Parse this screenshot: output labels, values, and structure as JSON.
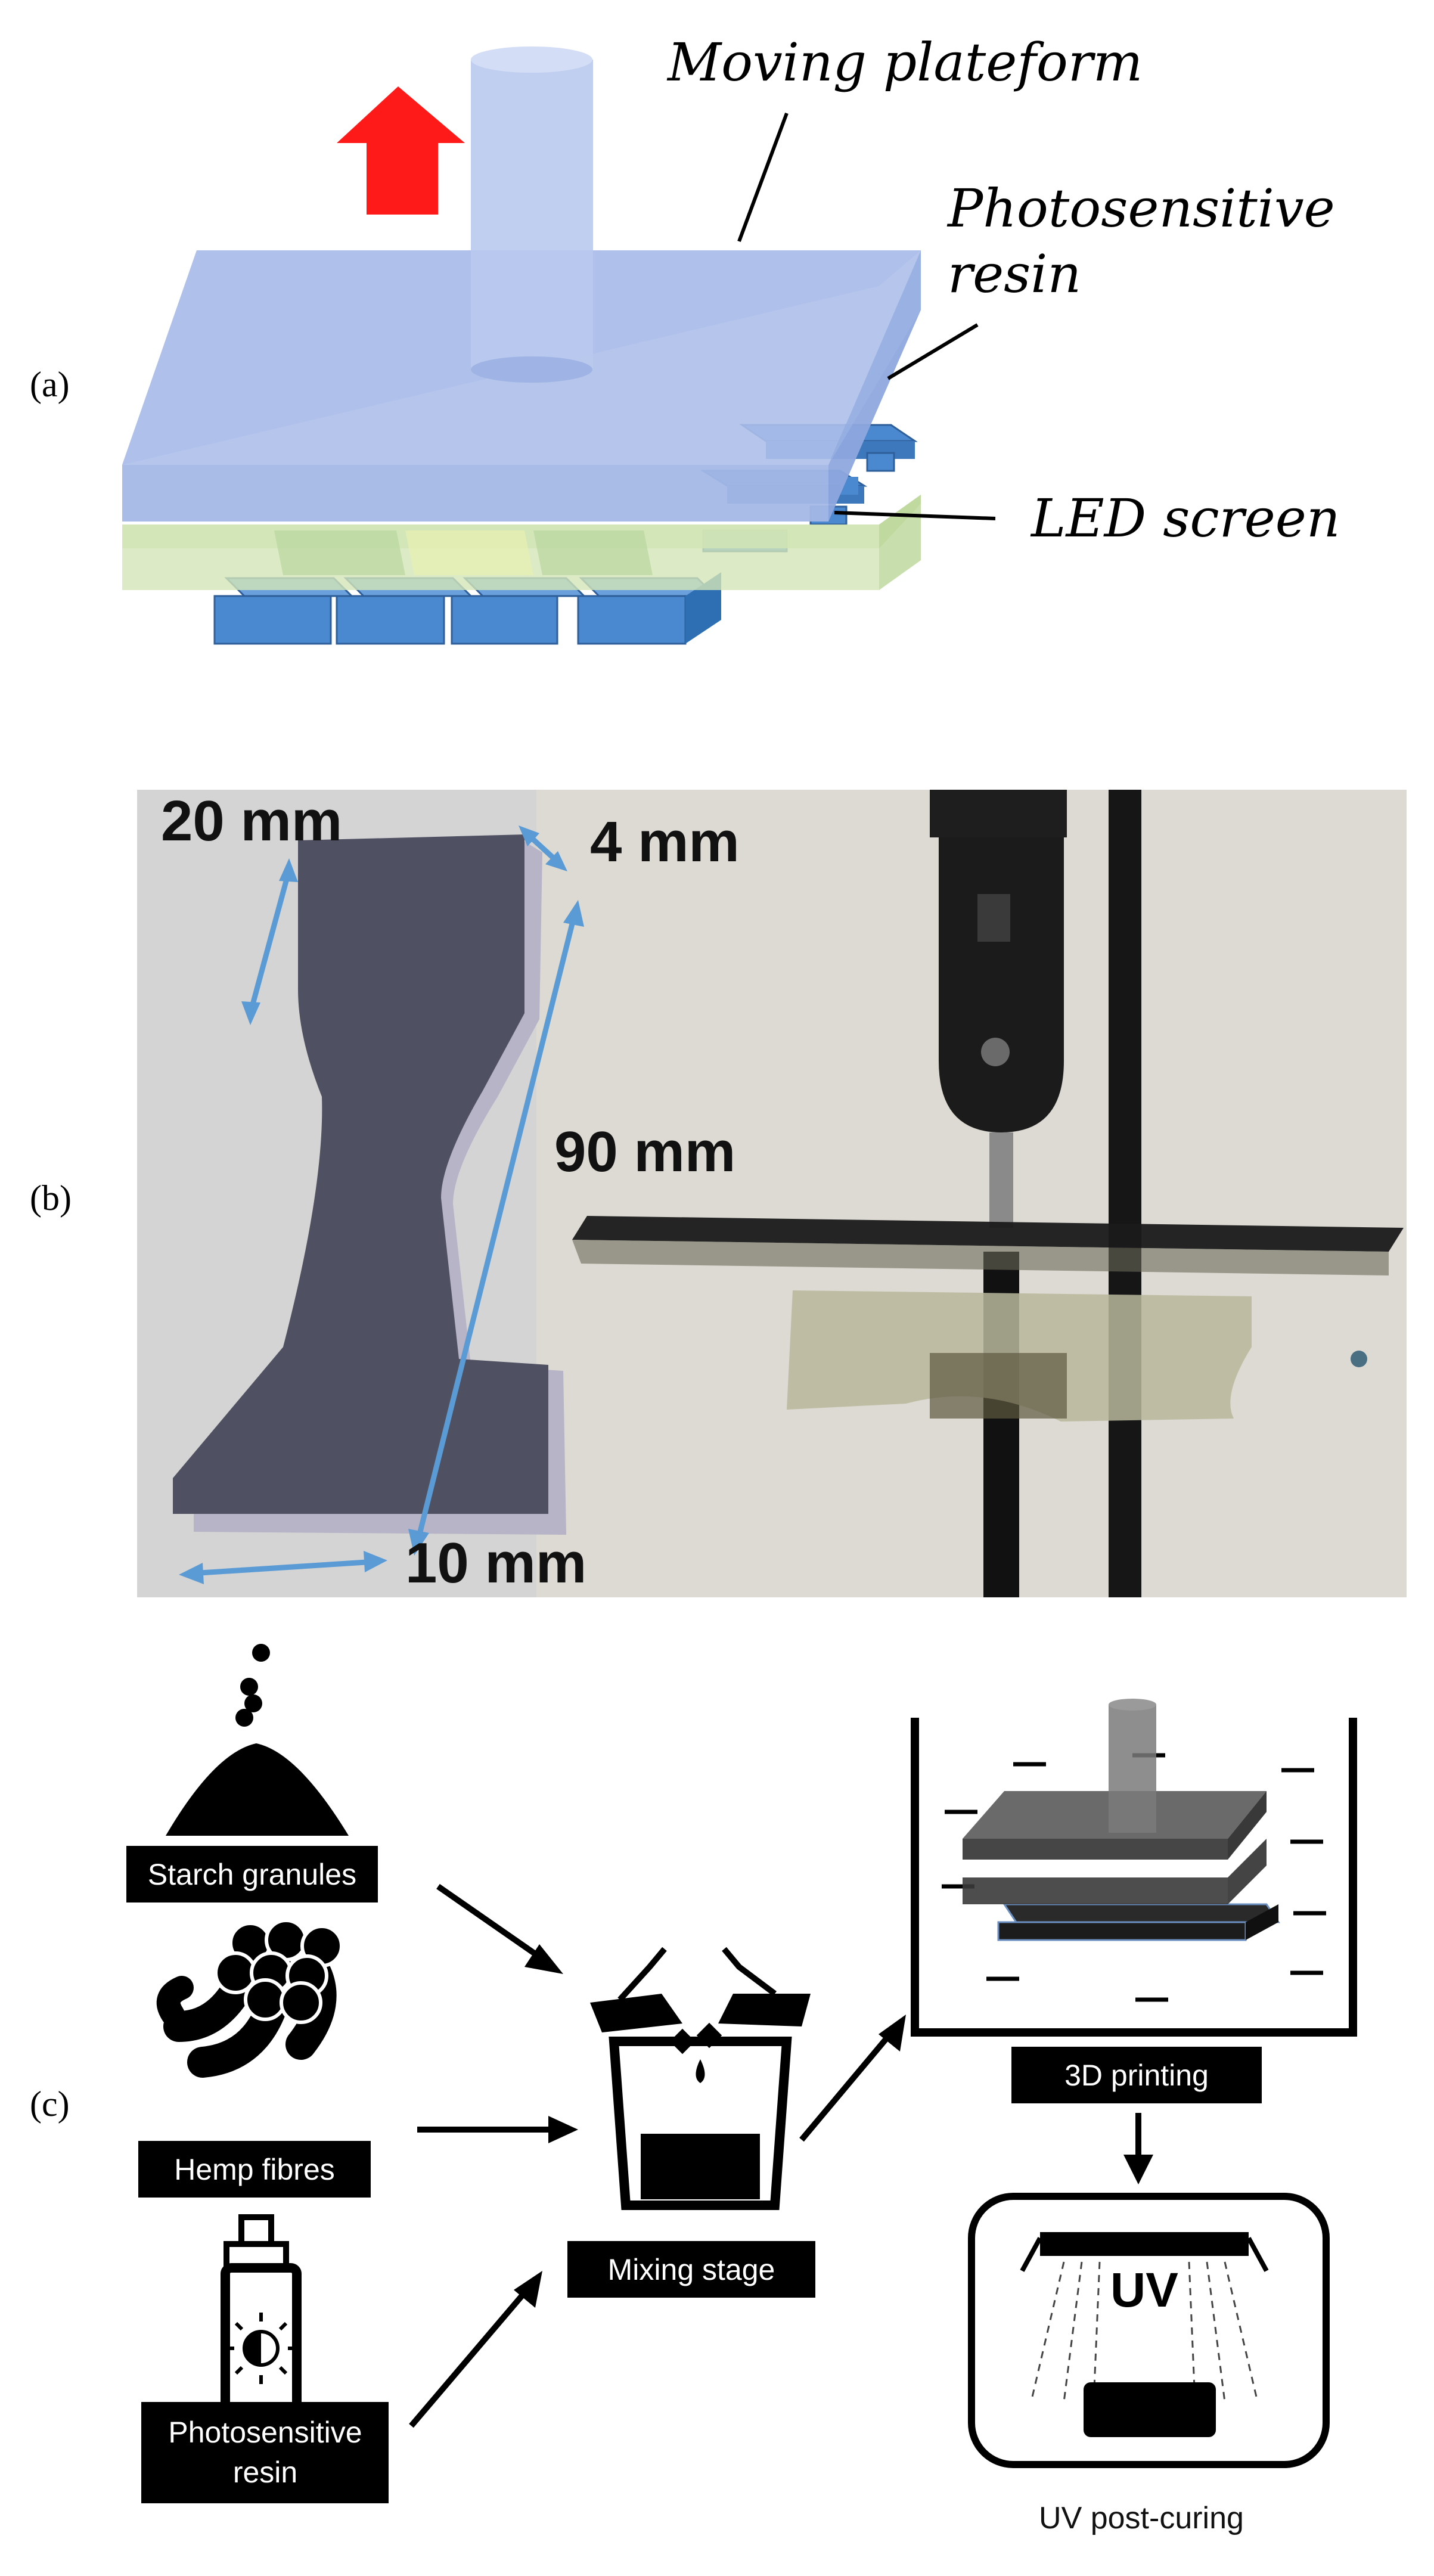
{
  "panels": {
    "a": {
      "label": "(a)",
      "moving_platform": "Moving plateform",
      "resin_line1": "Photosensitive",
      "resin_line2": "resin",
      "led_screen": "LED screen"
    },
    "b": {
      "label": "(b)",
      "dim_width_top": "20 mm",
      "dim_thickness": "4 mm",
      "dim_length": "90 mm",
      "dim_width_bottom": "10 mm"
    },
    "c": {
      "label": "(c)",
      "starch": "Starch granules",
      "hemp": "Hemp fibres",
      "resin_line1": "Photosensitive",
      "resin_line2": "resin",
      "mixing": "Mixing stage",
      "printing": "3D printing",
      "uv": "UV",
      "post_curing": "UV post-curing"
    }
  },
  "colors": {
    "arrow_red": "#ff1a1a",
    "platform_blue": "#a9bde8",
    "resin_green": "#d3e6b8",
    "led_blue": "#4a88cf",
    "dimension_blue": "#5b9bd5",
    "specimen_gray": "#4f5163"
  }
}
